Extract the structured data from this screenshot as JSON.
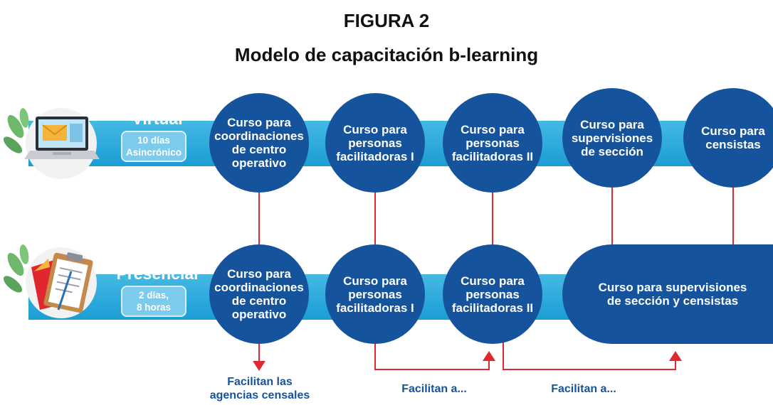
{
  "figure": {
    "label": "FIGURA 2",
    "title": "Modelo de capacitación b-learning"
  },
  "virtual": {
    "mode": "Virtual",
    "duration_lines": [
      "10 días",
      "Asincrónico"
    ],
    "courses": [
      {
        "lines": [
          "Curso para",
          "coordinaciones",
          "de centro",
          "operativo"
        ]
      },
      {
        "lines": [
          "Curso para",
          "personas",
          "facilitadoras I"
        ]
      },
      {
        "lines": [
          "Curso para",
          "personas",
          "facilitadoras II"
        ]
      },
      {
        "lines": [
          "Curso para",
          "supervisiones",
          "de sección"
        ]
      },
      {
        "lines": [
          "Curso para",
          "censistas"
        ]
      }
    ]
  },
  "presencial": {
    "mode": "Presencial",
    "duration_lines": [
      "2 días,",
      "8 horas"
    ],
    "courses": [
      {
        "lines": [
          "Curso para",
          "coordinaciones",
          "de centro",
          "operativo"
        ]
      },
      {
        "lines": [
          "Curso para",
          "personas",
          "facilitadoras I"
        ]
      },
      {
        "lines": [
          "Curso para",
          "personas",
          "facilitadoras II"
        ]
      },
      {
        "lines": [
          "Curso para supervisiones",
          "de sección y censistas"
        ]
      }
    ]
  },
  "footnotes": [
    {
      "lines": [
        "Facilitan las",
        "agencias censales"
      ]
    },
    {
      "lines": [
        "Facilitan a..."
      ]
    },
    {
      "lines": [
        "Facilitan a..."
      ]
    }
  ],
  "colors": {
    "band": "#1b9dd4",
    "node": "#15549c",
    "connector": "#e0262f",
    "text": "#15549c"
  },
  "icons": [
    "laptop-email-icon",
    "clipboard-icon",
    "leaf-icon"
  ]
}
